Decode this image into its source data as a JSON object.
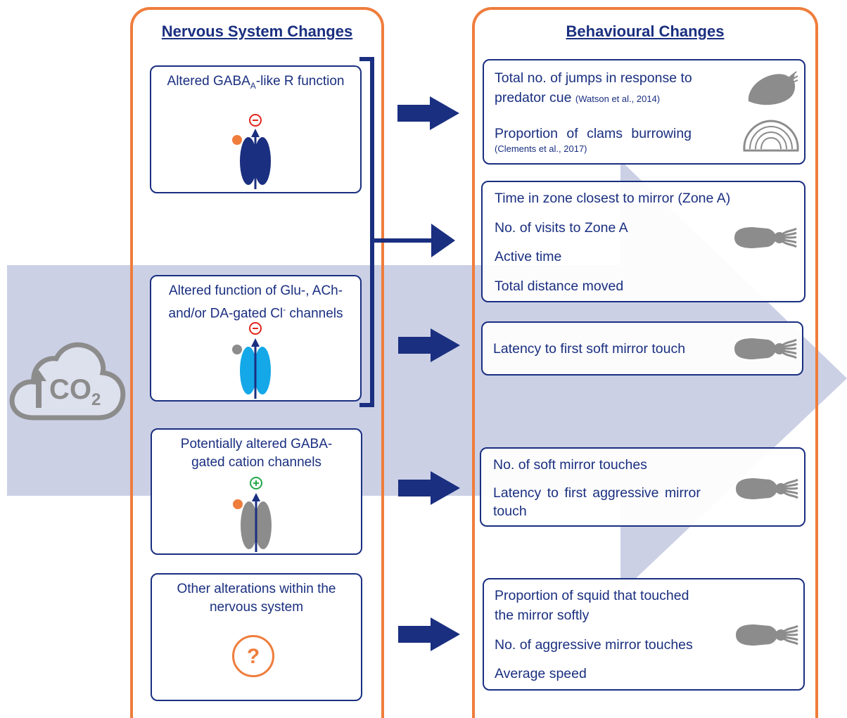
{
  "colors": {
    "navy": "#1a2f80",
    "orange": "#ef7d3c",
    "arrow_band": "#b9c0dc",
    "light_blue": "#14a8e8",
    "gray": "#8c8c8c",
    "green": "#22a84a",
    "red": "#e3261e"
  },
  "co2_cloud": {
    "label": "CO",
    "subscript": "2",
    "icon": "up-arrow-icon"
  },
  "nervous_panel": {
    "title": "Nervous System Changes",
    "boxes": [
      {
        "label_pre": "Altered GABA",
        "label_sub": "A",
        "label_post": "-like R function",
        "sign": "-",
        "icon": "receptor-navy-icon"
      },
      {
        "label_line1": "Altered function of Glu-, ACh-",
        "label_line2_pre": "and/or DA-gated Cl",
        "label_line2_sup": "-",
        "label_line2_post": " channels",
        "sign": "-",
        "icon": "receptor-lightblue-icon"
      },
      {
        "label": "Potentially altered GABA-gated cation channels",
        "sign": "+",
        "icon": "receptor-gray-icon"
      },
      {
        "label": "Other alterations within the nervous system",
        "symbol": "?"
      }
    ]
  },
  "behaviour_panel": {
    "title": "Behavioural Changes",
    "boxes": [
      {
        "line1": "Total no. of jumps in response to",
        "line2": "predator cue",
        "line2_cite": "(Watson et al., 2014)",
        "line3": "Proportion of clams burrowing",
        "line4_cite": "(Clements et al., 2017)",
        "icons": [
          "conch-shell-icon",
          "clam-shell-icon"
        ]
      },
      {
        "items": [
          "Time in zone closest to mirror (Zone A)",
          "No. of visits to Zone A",
          "Active time",
          "Total distance moved"
        ],
        "icon": "squid-icon"
      },
      {
        "items": [
          "Latency to first soft mirror touch"
        ],
        "icon": "squid-icon"
      },
      {
        "items": [
          "No. of soft mirror touches",
          "Latency to first aggressive mirror",
          "touch"
        ],
        "icon": "squid-icon"
      },
      {
        "items": [
          "Proportion of squid that touched",
          "the mirror softly",
          "No. of aggressive mirror touches",
          "Average speed"
        ],
        "icon": "squid-icon"
      }
    ]
  }
}
